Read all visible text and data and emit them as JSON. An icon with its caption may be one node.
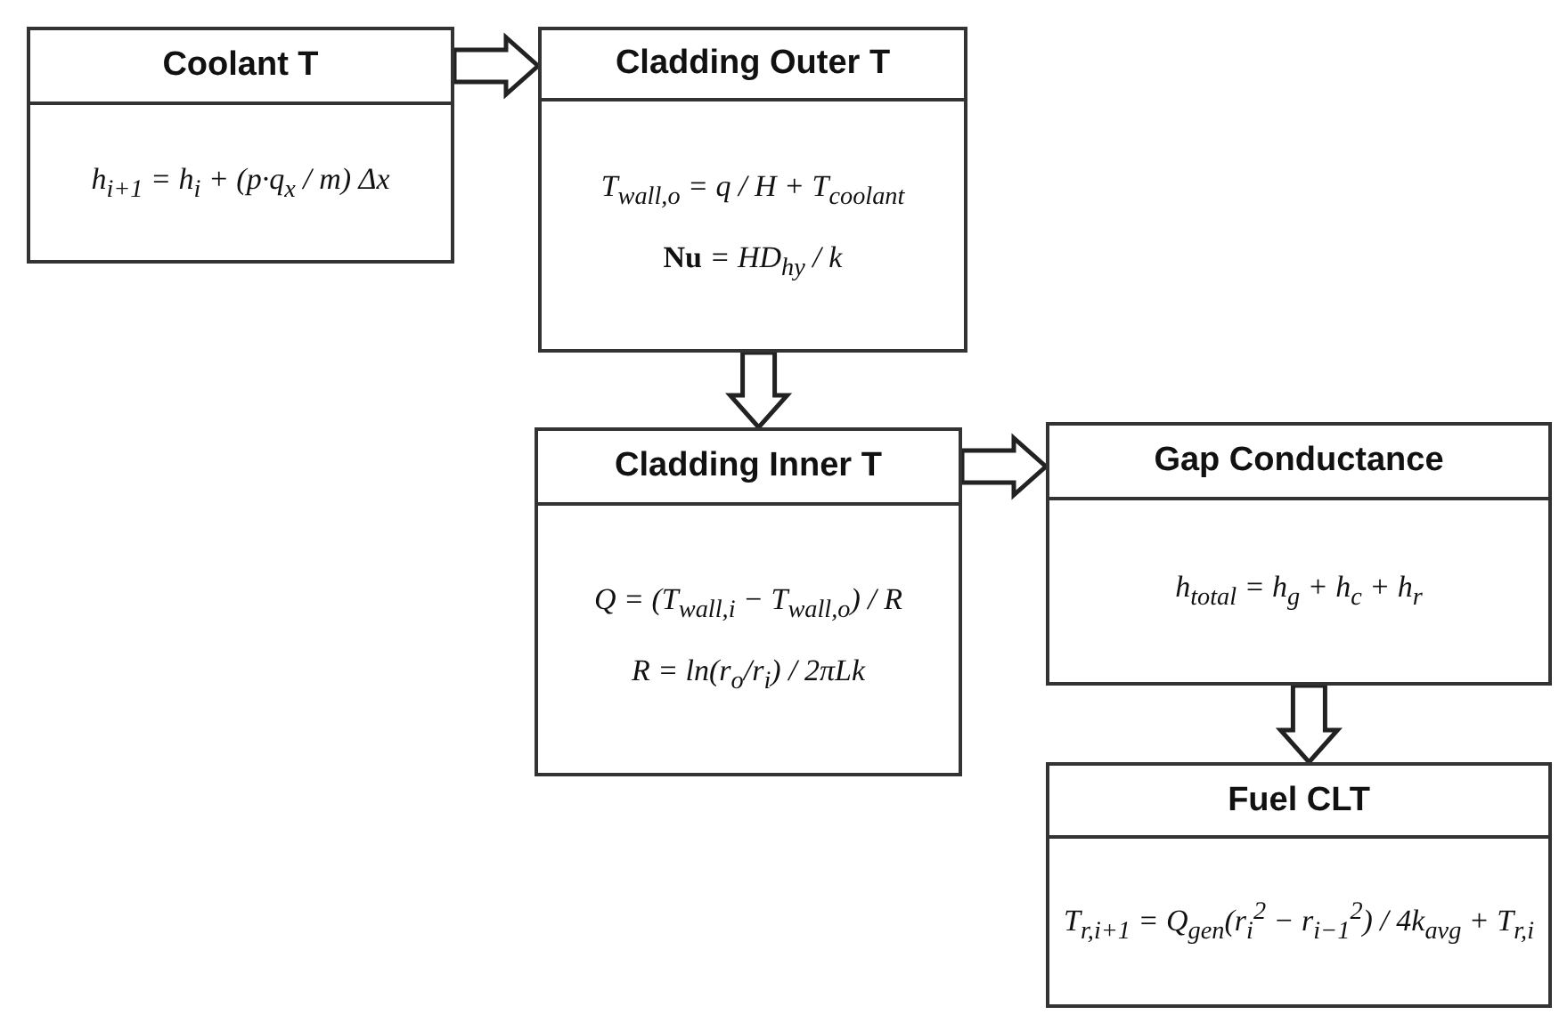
{
  "diagram": {
    "nodes": [
      {
        "text": [
          "Coolant T",
          "h$_{i+1}$ = h$_{i}$ + (p·q$_{x}$ / m) Δx"
        ]
      },
      {
        "text": [
          "Cladding Outer T",
          "T$_{wall,o}$ = q / H + T$_{coolant}$",
          "**Nu** = HD$_{hy}$ / k"
        ]
      },
      {
        "text": [
          "Cladding Inner T",
          "Q = (T$_{wall,i}$ − T$_{wall,o}$) / R",
          "R = ln(r$_{o}$/r$_{i}$) / 2πLk"
        ]
      },
      {
        "text": [
          "Gap Conductance",
          "h$_{total}$ = h$_{g}$ + h$_{c}$ + h$_{r}$"
        ]
      },
      {
        "text": [
          "Fuel CLT",
          "T$_{r,i+1}$ = Q$_{gen}$(r$_{i}$$^{2}$ − r$_{i−1}$$^{2}$) / 4k$_{avg}$ + T$_{r,i}$"
        ]
      }
    ],
    "edges": [
      {
        "from": 0,
        "to": 1,
        "arrow": "to"
      },
      {
        "from": 1,
        "to": 2,
        "arrow": "to"
      },
      {
        "from": 2,
        "to": 3,
        "arrow": "to"
      },
      {
        "from": 3,
        "to": 4,
        "arrow": "to"
      }
    ]
  }
}
